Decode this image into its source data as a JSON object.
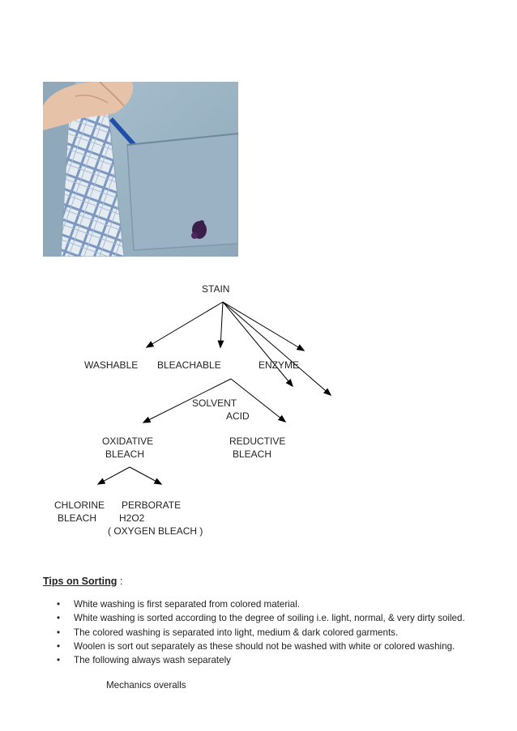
{
  "photo": {
    "subject": "shirt-with-ink-stain"
  },
  "diagram": {
    "root": "STAIN",
    "level1": [
      "WASHABLE",
      "BLEACHABLE",
      "ENZYME"
    ],
    "solvent_line1": "SOLVENT",
    "solvent_line2": "ACID",
    "oxidative": [
      "OXIDATIVE",
      "BLEACH"
    ],
    "reductive": [
      "REDUCTIVE",
      "BLEACH"
    ],
    "chlorine": [
      "CHLORINE",
      "BLEACH"
    ],
    "perborate": [
      "PERBORATE",
      "H2O2"
    ],
    "oxygen_note": "( OXYGEN BLEACH )"
  },
  "tips": {
    "title": "Tips on Sorting",
    "colon": ":",
    "bullet": "•",
    "items": [
      "White washing is first separated from colored material.",
      "White washing is sorted according to the degree of soiling i.e. light, normal, & very dirty soiled.",
      "The colored washing is separated into light, medium & dark colored garments.",
      "Woolen is sort out separately as these should not be washed with white or colored washing.",
      "The following always wash separately"
    ],
    "sub_item": "Mechanics overalls"
  },
  "colors": {
    "text": "#222222",
    "shirt": "#9cb4c4",
    "tie": "#d8e2ea",
    "stain": "#3a1f4a"
  }
}
